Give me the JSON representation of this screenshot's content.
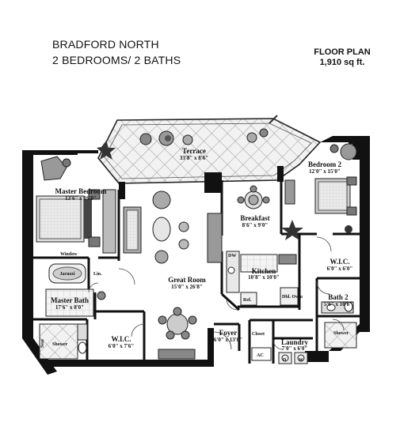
{
  "header": {
    "title": "BRADFORD NORTH",
    "subtitle": "2 BEDROOMS/ 2 BATHS",
    "plan_label": "FLOOR PLAN",
    "plan_size": "1,910 sq ft."
  },
  "rooms": {
    "terrace": {
      "name": "Terrace",
      "dims": "33'8\" x 8'6\""
    },
    "master_bedroom": {
      "name": "Master Bedroom",
      "dims": "13'6\" x 16'0\""
    },
    "bedroom2": {
      "name": "Bedroom 2",
      "dims": "12'0\" x 15'0\""
    },
    "breakfast": {
      "name": "Breakfast",
      "dims": "8'6\" x 9'0\""
    },
    "kitchen": {
      "name": "Kitchen",
      "dims": "10'8\" x 10'0\""
    },
    "great_room": {
      "name": "Great Room",
      "dims": "15'0\" x 26'8\""
    },
    "master_bath": {
      "name": "Master Bath",
      "dims": "17'6\" x 8'0\""
    },
    "wic_master": {
      "name": "W.I.C.",
      "dims": "6'0\" x 7'6\""
    },
    "wic_bed2": {
      "name": "W.I.C.",
      "dims": "6'0\" x 6'0\""
    },
    "bath2": {
      "name": "Bath 2",
      "dims": "5'6\" x 10'8\""
    },
    "foyer": {
      "name": "Foyer",
      "dims": "6'0\" x 13'0\""
    },
    "laundry": {
      "name": "Laundry",
      "dims": "7'0\" x 6'0\""
    }
  },
  "labels": {
    "window": "Window",
    "jacuzzi": "Jacuzzi",
    "lin": "Lin.",
    "shower_master": "Shower",
    "shower_bath2": "Shower",
    "seat": "Seat",
    "dw": "DW",
    "ref": "Ref.",
    "dbl_oven": "Dbl. Oven",
    "closet": "Closet",
    "ac": "AC",
    "d": "D",
    "w": "W"
  }
}
